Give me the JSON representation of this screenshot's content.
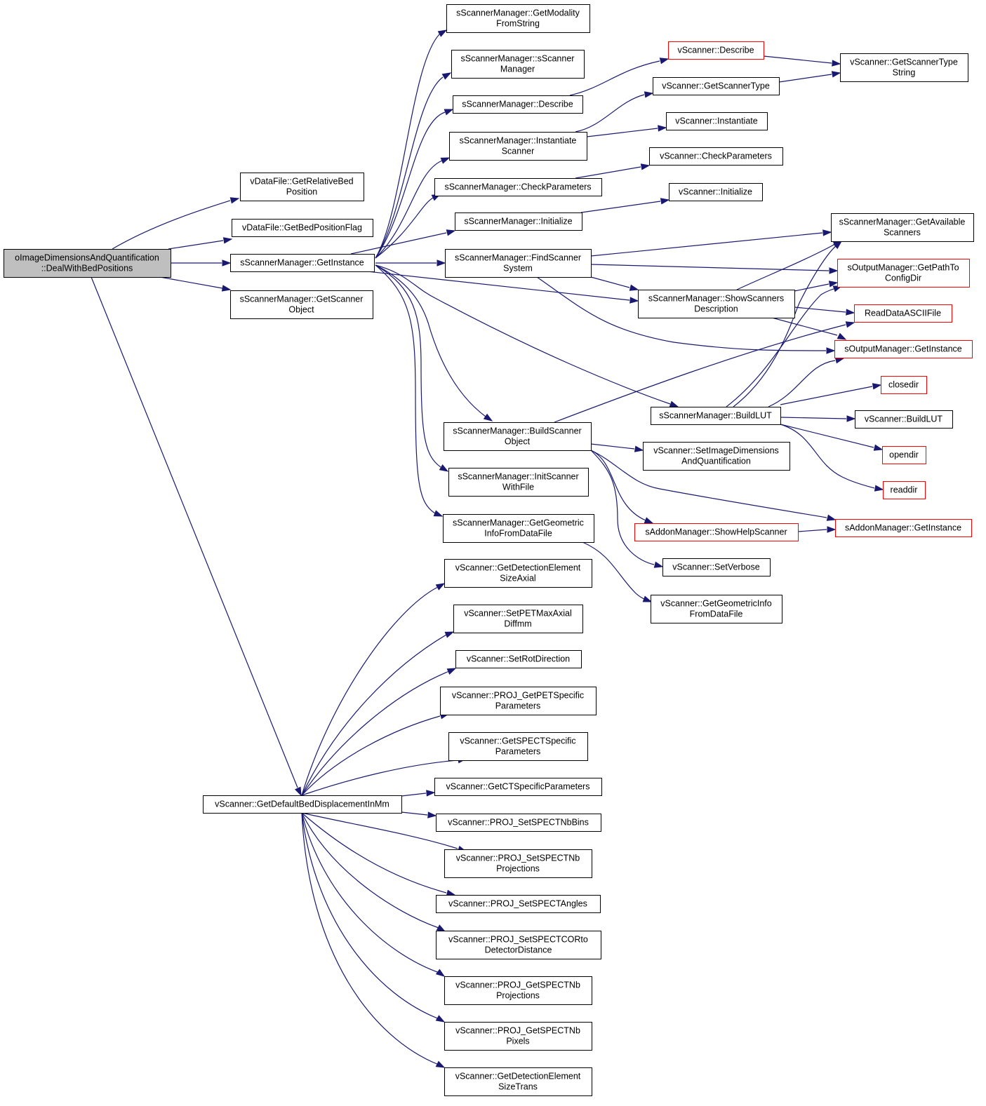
{
  "graph": {
    "colors": {
      "edge": "#191970",
      "node_border": "#000000",
      "external_border": "#ff0000",
      "root_fill": "#bfbfbf"
    },
    "nodes": {
      "root": {
        "lines": [
          "oImageDimensionsAndQuantification",
          "::DealWithBedPositions"
        ]
      },
      "getRelBed": {
        "lines": [
          "vDataFile::GetRelativeBed",
          "Position"
        ]
      },
      "getBedFlag": {
        "lines": [
          "vDataFile::GetBedPositionFlag"
        ]
      },
      "smGetInstance": {
        "lines": [
          "sScannerManager::GetInstance"
        ]
      },
      "smGetScannerObject": {
        "lines": [
          "sScannerManager::GetScanner",
          "Object"
        ]
      },
      "vsGetDefaultBed": {
        "lines": [
          "vScanner::GetDefaultBedDisplacementInMm"
        ]
      },
      "smGetModality": {
        "lines": [
          "sScannerManager::GetModality",
          "FromString"
        ]
      },
      "smCtor": {
        "lines": [
          "sScannerManager::sScanner",
          "Manager"
        ]
      },
      "smDescribe": {
        "lines": [
          "sScannerManager::Describe"
        ]
      },
      "smInstantiate": {
        "lines": [
          "sScannerManager::Instantiate",
          "Scanner"
        ]
      },
      "smCheckParams": {
        "lines": [
          "sScannerManager::CheckParameters"
        ]
      },
      "smInitialize": {
        "lines": [
          "sScannerManager::Initialize"
        ]
      },
      "smFindScanner": {
        "lines": [
          "sScannerManager::FindScanner",
          "System"
        ]
      },
      "smShowScanners": {
        "lines": [
          "sScannerManager::ShowScanners",
          "Description"
        ]
      },
      "smBuildLUT": {
        "lines": [
          "sScannerManager::BuildLUT"
        ]
      },
      "smBuildScannerObj": {
        "lines": [
          "sScannerManager::BuildScanner",
          "Object"
        ]
      },
      "smInitScannerFile": {
        "lines": [
          "sScannerManager::InitScanner",
          "WithFile"
        ]
      },
      "smGetGeomInfo": {
        "lines": [
          "sScannerManager::GetGeometric",
          "InfoFromDataFile"
        ]
      },
      "vsDescribe": {
        "lines": [
          "vScanner::Describe"
        ]
      },
      "vsGetScannerType": {
        "lines": [
          "vScanner::GetScannerType"
        ]
      },
      "vsInstantiate": {
        "lines": [
          "vScanner::Instantiate"
        ]
      },
      "vsCheckParams": {
        "lines": [
          "vScanner::CheckParameters"
        ]
      },
      "vsInitialize": {
        "lines": [
          "vScanner::Initialize"
        ]
      },
      "vsGetScannerTypeString": {
        "lines": [
          "vScanner::GetScannerType",
          "String"
        ]
      },
      "smGetAvailable": {
        "lines": [
          "sScannerManager::GetAvailable",
          "Scanners"
        ]
      },
      "omGetPathConfig": {
        "lines": [
          "sOutputManager::GetPathTo",
          "ConfigDir"
        ]
      },
      "readDataAscii": {
        "lines": [
          "ReadDataASCIIFile"
        ]
      },
      "omGetInstance": {
        "lines": [
          "sOutputManager::GetInstance"
        ]
      },
      "closedir": {
        "lines": [
          "closedir"
        ]
      },
      "vsBuildLUT": {
        "lines": [
          "vScanner::BuildLUT"
        ]
      },
      "opendir": {
        "lines": [
          "opendir"
        ]
      },
      "readdir": {
        "lines": [
          "readdir"
        ]
      },
      "vsSetImageDims": {
        "lines": [
          "vScanner::SetImageDimensions",
          "AndQuantification"
        ]
      },
      "amShowHelp": {
        "lines": [
          "sAddonManager::ShowHelpScanner"
        ]
      },
      "amGetInstance": {
        "lines": [
          "sAddonManager::GetInstance"
        ]
      },
      "vsSetVerbose": {
        "lines": [
          "vScanner::SetVerbose"
        ]
      },
      "vsGetGeomInfo": {
        "lines": [
          "vScanner::GetGeometricInfo",
          "FromDataFile"
        ]
      },
      "vsGetDetAxial": {
        "lines": [
          "vScanner::GetDetectionElement",
          "SizeAxial"
        ]
      },
      "vsSetPETMaxAxial": {
        "lines": [
          "vScanner::SetPETMaxAxial",
          "Diffmm"
        ]
      },
      "vsSetRotDir": {
        "lines": [
          "vScanner::SetRotDirection"
        ]
      },
      "vsGetPETSpecific": {
        "lines": [
          "vScanner::PROJ_GetPETSpecific",
          "Parameters"
        ]
      },
      "vsGetSPECTSpecific": {
        "lines": [
          "vScanner::GetSPECTSpecific",
          "Parameters"
        ]
      },
      "vsGetCTSpecific": {
        "lines": [
          "vScanner::GetCTSpecificParameters"
        ]
      },
      "vsSetSPECTNbBins": {
        "lines": [
          "vScanner::PROJ_SetSPECTNbBins"
        ]
      },
      "vsSetSPECTNbProj": {
        "lines": [
          "vScanner::PROJ_SetSPECTNb",
          "Projections"
        ]
      },
      "vsSetSPECTAngles": {
        "lines": [
          "vScanner::PROJ_SetSPECTAngles"
        ]
      },
      "vsSetSPECTCOR": {
        "lines": [
          "vScanner::PROJ_SetSPECTCORto",
          "DetectorDistance"
        ]
      },
      "vsGetSPECTNbProj": {
        "lines": [
          "vScanner::PROJ_GetSPECTNb",
          "Projections"
        ]
      },
      "vsGetSPECTNbPixels": {
        "lines": [
          "vScanner::PROJ_GetSPECTNb",
          "Pixels"
        ]
      },
      "vsGetDetTrans": {
        "lines": [
          "vScanner::GetDetectionElement",
          "SizeTrans"
        ]
      }
    }
  }
}
